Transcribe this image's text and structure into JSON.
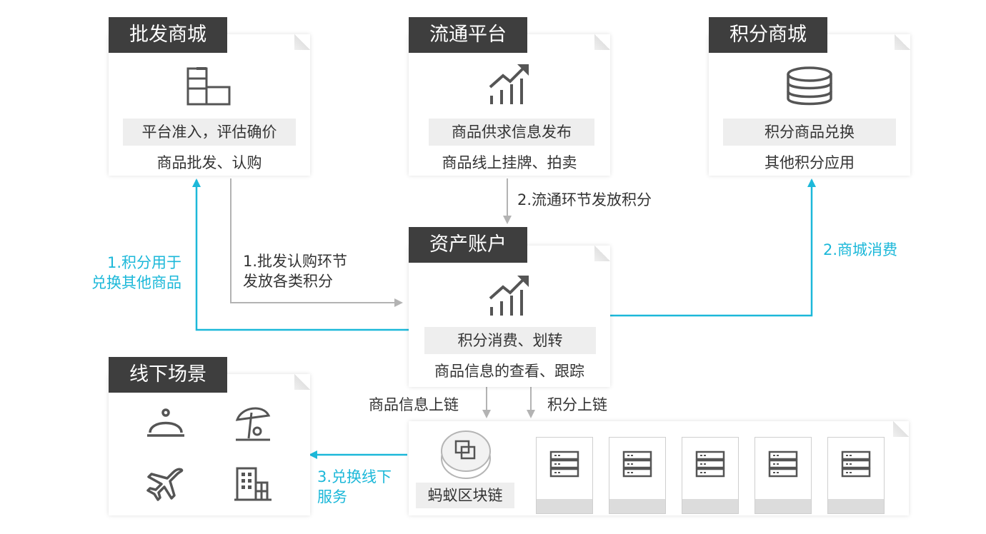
{
  "wholesale": {
    "title": "批发商城",
    "highlight": "平台准入，评估确价",
    "text": "商品批发、认购",
    "icon": "warehouse-boxes-icon"
  },
  "circulation": {
    "title": "流通平台",
    "highlight": "商品供求信息发布",
    "text": "商品线上挂牌、拍卖",
    "icon": "growth-chart-icon"
  },
  "points_mall": {
    "title": "积分商城",
    "highlight": "积分商品兑换",
    "text": "其他积分应用",
    "icon": "coin-stack-icon"
  },
  "asset_account": {
    "title": "资产账户",
    "highlight": "积分消费、划转",
    "text": "商品信息的查看、跟踪",
    "icon": "growth-chart-icon"
  },
  "offline": {
    "title": "线下场景",
    "icons": [
      "food-cloche-icon",
      "beach-umbrella-icon",
      "airplane-icon",
      "building-icon"
    ]
  },
  "blockchain": {
    "label": "蚂蚁区块链",
    "icon": "blockchain-node-icon",
    "servers": [
      "server-icon",
      "server-icon",
      "server-icon",
      "server-icon",
      "server-icon"
    ]
  },
  "flows": {
    "wholesale_to_account_line1": "1.批发认购环节",
    "wholesale_to_account_line2": "发放各类积分",
    "account_to_wholesale_line1": "1.积分用于",
    "account_to_wholesale_line2": "兑换其他商品",
    "circulation_to_account": "2.流通环节发放积分",
    "account_to_mall": "2.商城消费",
    "goods_info_onchain": "商品信息上链",
    "points_onchain": "积分上链",
    "chain_to_offline_line1": "3.兑换线下",
    "chain_to_offline_line2": "服务"
  },
  "colors": {
    "dark_tab": "#3e3e3e",
    "highlight_bg": "#eeeeee",
    "cyan_arrow": "#1cb8d9",
    "gray_arrow": "#b3b3b3"
  }
}
